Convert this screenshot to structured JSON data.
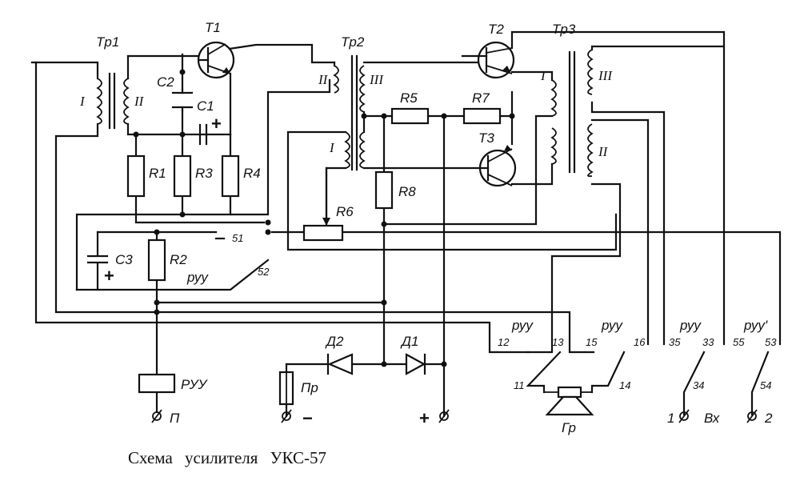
{
  "caption": "Схема усилителя УКС-57",
  "labels": {
    "tr1": "Tp1",
    "tr2": "Tp2",
    "tr3": "Tp3",
    "t1": "T1",
    "t2": "T2",
    "t3": "T3",
    "c1": "C1",
    "c2": "C2",
    "c3": "C3",
    "r1": "R1",
    "r2": "R2",
    "r3": "R3",
    "r4": "R4",
    "r5": "R5",
    "r6": "R6",
    "r7": "R7",
    "r8": "R8",
    "d1": "Д1",
    "d2": "Д2",
    "pr": "Пр",
    "gr": "Гр",
    "vx": "Вх",
    "ruu": "руу",
    "ruu_box": "РУУ",
    "ruu_prime": "руу'",
    "n51": "51",
    "n52": "52",
    "n12": "12",
    "n13": "13",
    "n11": "11",
    "n15": "15",
    "n16": "16",
    "n14": "14",
    "n35": "35",
    "n33": "33",
    "n34": "34",
    "n55": "55",
    "n53": "53",
    "n54": "54",
    "term_p": "П",
    "term_minus": "−",
    "term_plus": "+",
    "term_1": "1",
    "term_2": "2",
    "winding_i": "I",
    "winding_ii": "II",
    "winding_iii": "III",
    "plus": "+"
  }
}
